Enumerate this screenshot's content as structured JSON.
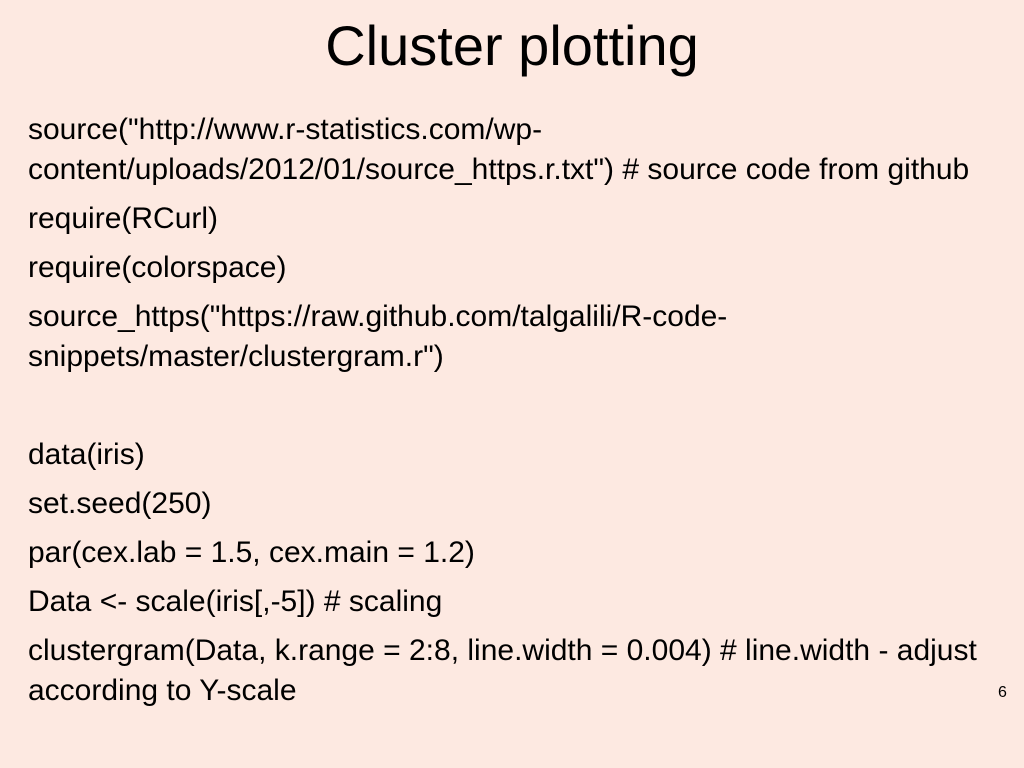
{
  "slide": {
    "title": "Cluster plotting",
    "lines": [
      "source(\"http://www.r-statistics.com/wp-content/uploads/2012/01/source_https.r.txt\") # source code from github",
      "require(RCurl)",
      "require(colorspace)",
      "source_https(\"https://raw.github.com/talgalili/R-code-snippets/master/clustergram.r\")",
      "",
      "data(iris)",
      "set.seed(250)",
      "par(cex.lab = 1.5, cex.main = 1.2)",
      "Data <- scale(iris[,-5]) # scaling",
      "clustergram(Data, k.range = 2:8, line.width = 0.004) # line.width - adjust according to Y-scale"
    ],
    "page_number": "6"
  }
}
